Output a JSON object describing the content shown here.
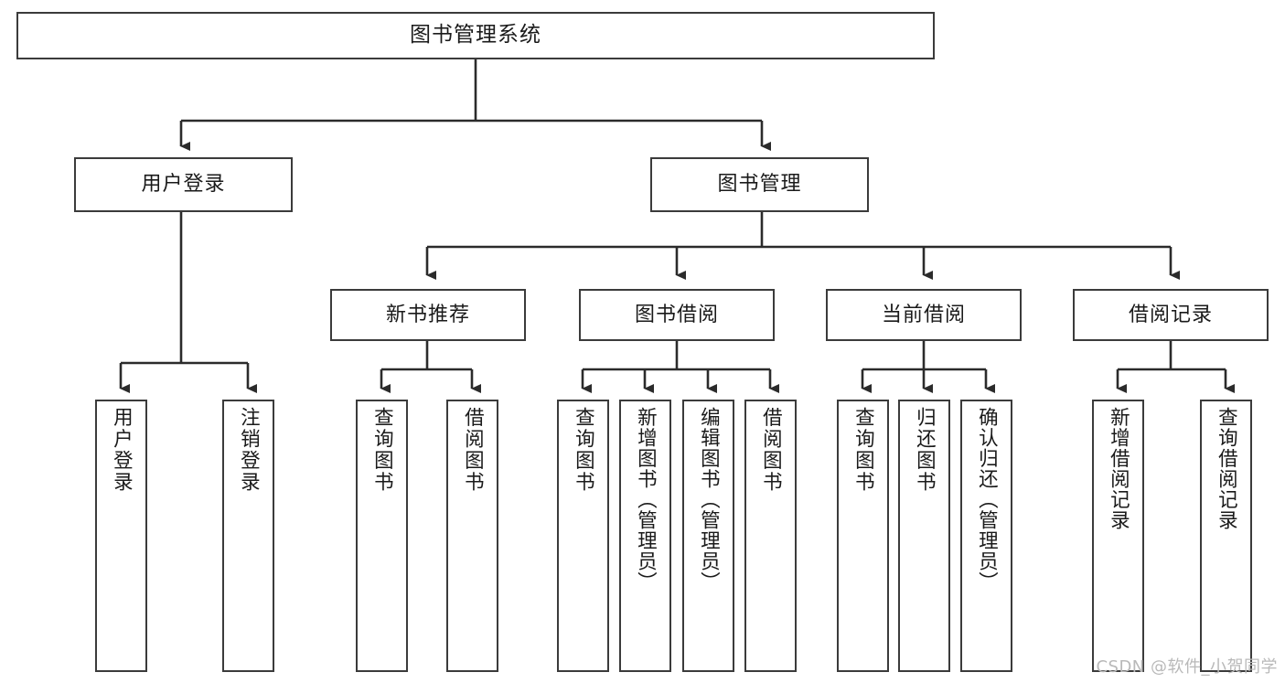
{
  "diagram": {
    "title": "图书管理系统",
    "watermark": "CSDN @软件_小贺同学",
    "colors": {
      "border": "#3b3b3b",
      "fill": "#ffffff",
      "line": "#2b2b2b",
      "text": "#1a1a1a",
      "watermark": "#b9b9b9"
    },
    "root": {
      "label": "图书管理系统"
    },
    "level2": [
      {
        "label": "用户登录"
      },
      {
        "label": "图书管理"
      }
    ],
    "level3": [
      {
        "label": "新书推荐"
      },
      {
        "label": "图书借阅"
      },
      {
        "label": "当前借阅"
      },
      {
        "label": "借阅记录"
      }
    ],
    "leaves": {
      "user_login": [
        {
          "label": "用户登录"
        },
        {
          "label": "注销登录"
        }
      ],
      "new_book": [
        {
          "label": "查询图书"
        },
        {
          "label": "借阅图书"
        }
      ],
      "borrow_book": [
        {
          "label": "查询图书"
        },
        {
          "label": "新增图书（管理员）"
        },
        {
          "label": "编辑图书（管理员）"
        },
        {
          "label": "借阅图书"
        }
      ],
      "current_borrow": [
        {
          "label": "查询图书"
        },
        {
          "label": "归还图书"
        },
        {
          "label": "确认归还（管理员）"
        }
      ],
      "borrow_record": [
        {
          "label": "新增借阅记录"
        },
        {
          "label": "查询借阅记录"
        }
      ]
    }
  }
}
